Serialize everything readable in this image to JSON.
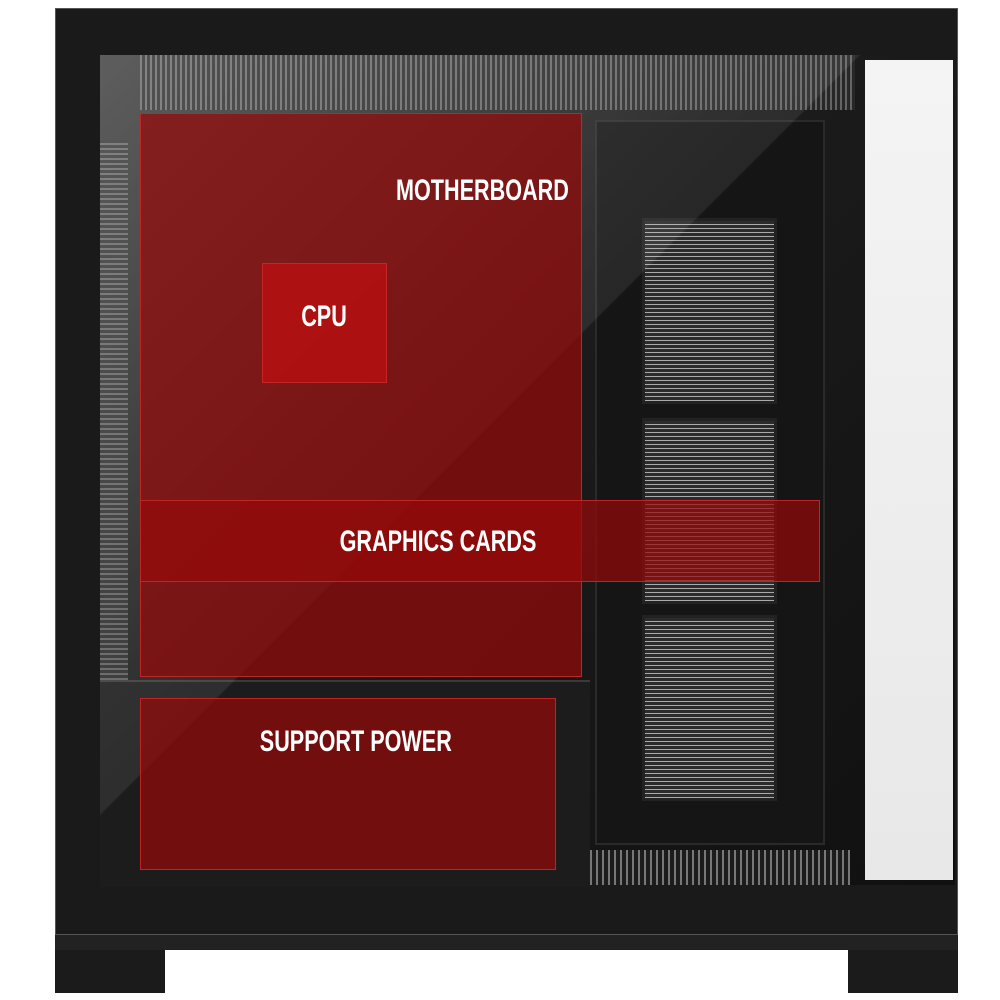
{
  "labels": {
    "motherboard": "MOTHERBOARD",
    "cpu": "CPU",
    "graphics_cards": "GRAPHICS CARDS",
    "support_power": "SUPPORT POWER"
  },
  "colors": {
    "overlay": "#960a0a",
    "case": "#1a1a1a"
  }
}
